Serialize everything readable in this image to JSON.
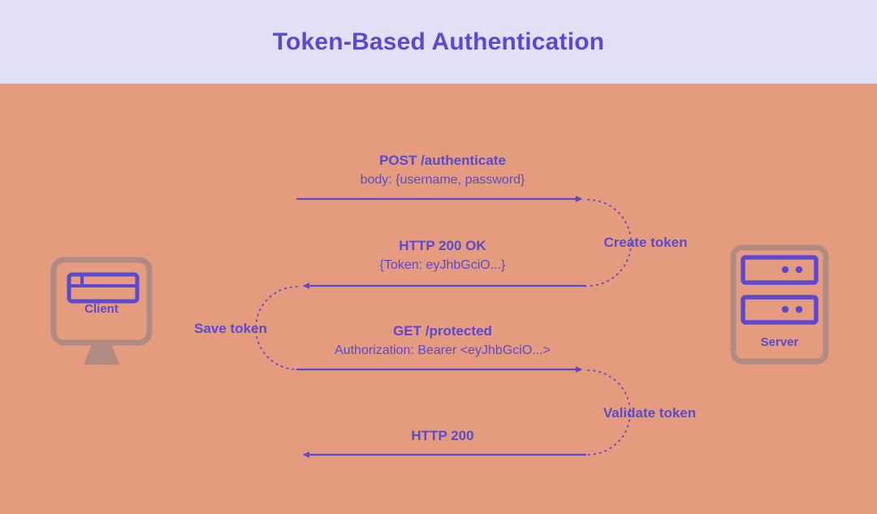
{
  "title": "Token-Based Authentication",
  "colors": {
    "accent_purple": "#5b4ad0",
    "background_salmon": "#e59c7e",
    "header_lavender": "#e2e0f4",
    "icon_outline_mauve": "#b08b82"
  },
  "client": {
    "label": "Client"
  },
  "server": {
    "label": "Server"
  },
  "messages": [
    {
      "title": "POST /authenticate",
      "subtitle": "body: {username, password}",
      "direction": "right"
    },
    {
      "title": "HTTP 200 OK",
      "subtitle": "{Token: eyJhbGciO...}",
      "direction": "left"
    },
    {
      "title": "GET /protected",
      "subtitle": "Authorization: Bearer <eyJhbGciO...>",
      "direction": "right"
    },
    {
      "title": "HTTP 200",
      "subtitle": "",
      "direction": "left"
    }
  ],
  "annotations": [
    {
      "label": "Create token"
    },
    {
      "label": "Save token"
    },
    {
      "label": "Validate token"
    }
  ]
}
